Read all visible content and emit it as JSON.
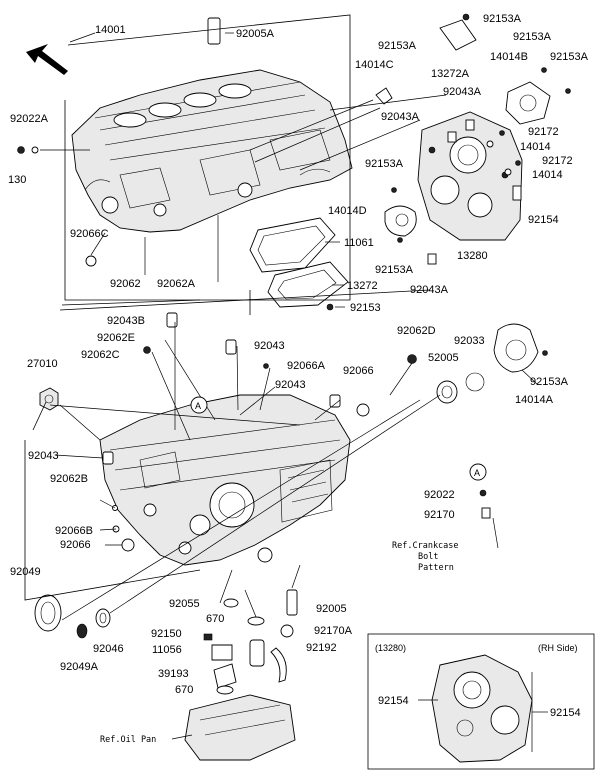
{
  "labels": {
    "p14001": "14001",
    "p92005A": "92005A",
    "p92153A_top": "92153A",
    "p92153A_2": "92153A",
    "p92153A_3": "92153A",
    "p92153A_4": "92153A",
    "p13272A": "13272A",
    "p14014B": "14014B",
    "p14014C": "14014C",
    "p92043A_1": "92043A",
    "p92043A_2": "92043A",
    "p92022A": "92022A",
    "p130": "130",
    "p92172_1": "92172",
    "p92172_2": "92172",
    "p14014_1": "14014",
    "p14014_2": "14014",
    "p92153A_5": "92153A",
    "p14014D": "14014D",
    "p92154_top": "92154",
    "p92066C": "92066C",
    "p11061": "11061",
    "p13280": "13280",
    "p92153A_6": "92153A",
    "p92043A_3": "92043A",
    "p92062": "92062",
    "p92062A": "92062A",
    "p13272": "13272",
    "p92153": "92153",
    "p92043B": "92043B",
    "p92062E": "92062E",
    "p92062C": "92062C",
    "p92043_1": "92043",
    "p92062D": "92062D",
    "p92033": "92033",
    "p27010": "27010",
    "p92066A": "92066A",
    "p92043_2": "92043",
    "p92066": "92066",
    "p52005": "52005",
    "p92153A_7": "92153A",
    "p14014A": "14014A",
    "p92043_3": "92043",
    "p92062B": "92062B",
    "p92022": "92022",
    "p92170": "92170",
    "p92066B": "92066B",
    "p92066_2": "92066",
    "p92049": "92049",
    "p92055": "92055",
    "p92005": "92005",
    "p670_1": "670",
    "p92170A": "92170A",
    "p92150": "92150",
    "p11056": "11056",
    "p92192": "92192",
    "p92046": "92046",
    "p92049A": "92049A",
    "p39193": "39193",
    "p670_2": "670",
    "p13280_inset": "(13280)",
    "rh_side": "(RH Side)",
    "p92154_left": "92154",
    "p92154_right": "92154",
    "marker_a": "A"
  },
  "notes": {
    "crankcase_line1": "Ref.Crankcase",
    "crankcase_line2": "Bolt",
    "crankcase_line3": "Pattern",
    "oil_pan": "Ref.Oil Pan"
  },
  "icons": {
    "front": "front-direction-arrow-icon"
  }
}
